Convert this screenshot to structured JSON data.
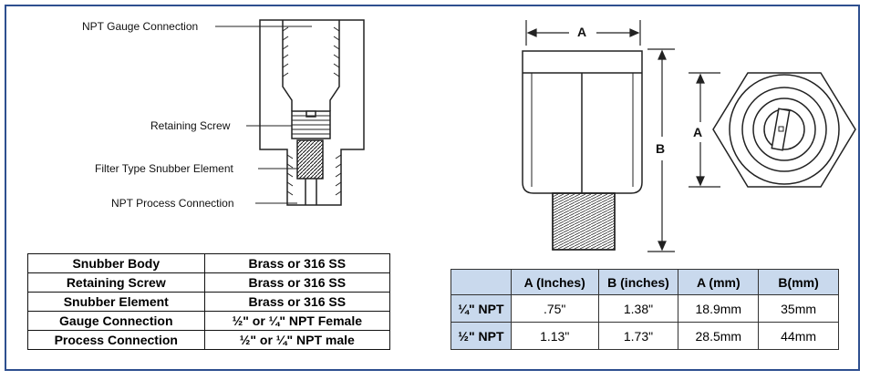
{
  "callouts": {
    "gauge_connection": "NPT Gauge Connection",
    "retaining_screw": "Retaining Screw",
    "snubber_element": "Filter Type Snubber Element",
    "process_connection": "NPT Process Connection"
  },
  "dimension_labels": {
    "a_top": "A",
    "a_side": "A",
    "b_side": "B"
  },
  "materials": [
    {
      "part": "Snubber Body",
      "material": "Brass or 316 SS"
    },
    {
      "part": "Retaining Screw",
      "material": "Brass or 316 SS"
    },
    {
      "part": "Snubber Element",
      "material": "Brass or 316 SS"
    },
    {
      "part": "Gauge Connection",
      "material": "½\" or ¼\" NPT Female"
    },
    {
      "part": "Process Connection",
      "material": "½\" or ¼\" NPT male"
    }
  ],
  "dimensions": {
    "headers": [
      "",
      "A (Inches)",
      "B (inches)",
      "A (mm)",
      "B(mm)"
    ],
    "rows": [
      {
        "size": "¼\" NPT",
        "a_in": ".75\"",
        "b_in": "1.38\"",
        "a_mm": "18.9mm",
        "b_mm": "35mm"
      },
      {
        "size": "½\" NPT",
        "a_in": "1.13\"",
        "b_in": "1.73\"",
        "a_mm": "28.5mm",
        "b_mm": "44mm"
      }
    ]
  },
  "colors": {
    "border": "#2e4f8f",
    "header_fill": "#c9d9ed"
  }
}
